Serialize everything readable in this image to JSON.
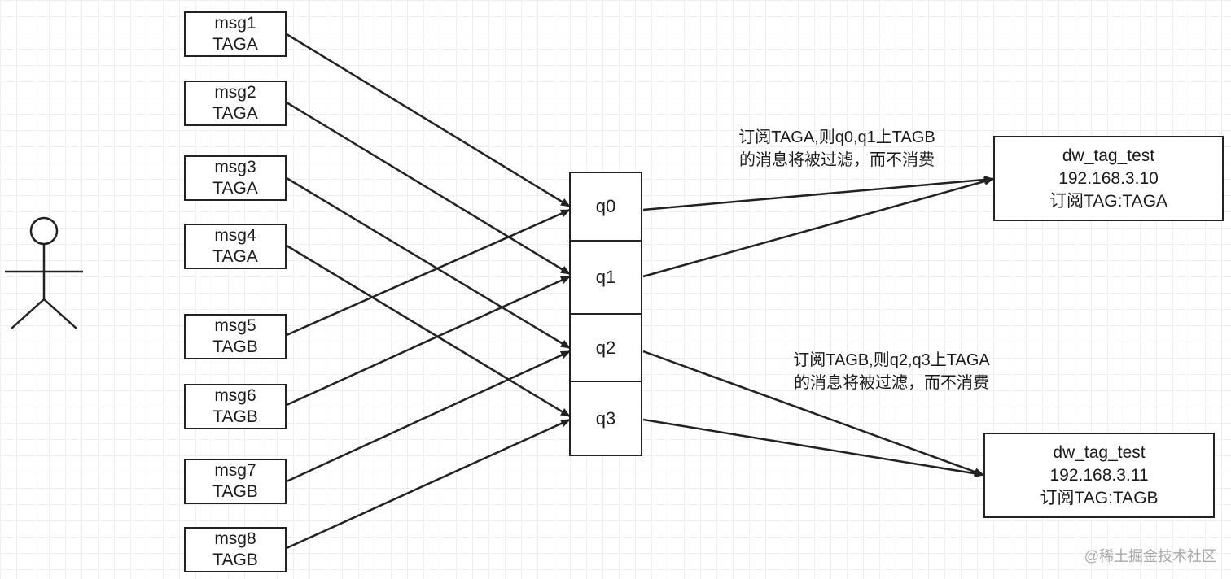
{
  "messages": [
    {
      "name": "msg1",
      "tag": "TAGA"
    },
    {
      "name": "msg2",
      "tag": "TAGA"
    },
    {
      "name": "msg3",
      "tag": "TAGA"
    },
    {
      "name": "msg4",
      "tag": "TAGA"
    },
    {
      "name": "msg5",
      "tag": "TAGB"
    },
    {
      "name": "msg6",
      "tag": "TAGB"
    },
    {
      "name": "msg7",
      "tag": "TAGB"
    },
    {
      "name": "msg8",
      "tag": "TAGB"
    }
  ],
  "queues": [
    "q0",
    "q1",
    "q2",
    "q3"
  ],
  "consumers": [
    {
      "name": "dw_tag_test",
      "ip": "192.168.3.10",
      "subscription": "订阅TAG:TAGA"
    },
    {
      "name": "dw_tag_test",
      "ip": "192.168.3.11",
      "subscription": "订阅TAG:TAGB"
    }
  ],
  "notes": [
    {
      "line1": "订阅TAGA,则q0,q1上TAGB",
      "line2": "的消息将被过滤，而不消费"
    },
    {
      "line1": "订阅TAGB,则q2,q3上TAGA",
      "line2": "的消息将被过滤，而不消费"
    }
  ],
  "watermark": "@稀土掘金技术社区"
}
